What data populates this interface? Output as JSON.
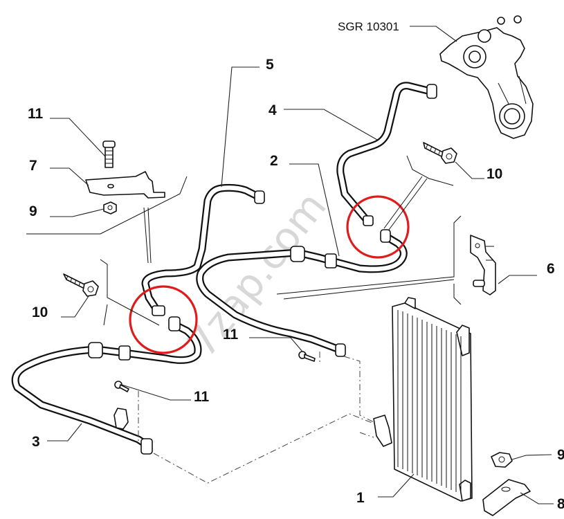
{
  "diagram": {
    "type": "exploded parts diagram",
    "subject": "Oil cooler / power steering cooling pipes assembly",
    "reference_part": {
      "label": "SGR 10301",
      "description": "pump assembly (reference group)"
    },
    "callouts": [
      {
        "id": "1",
        "part": "cooler radiator"
      },
      {
        "id": "2",
        "part": "pipe"
      },
      {
        "id": "3",
        "part": "pipe"
      },
      {
        "id": "4",
        "part": "pipe"
      },
      {
        "id": "5",
        "part": "pipe"
      },
      {
        "id": "6",
        "part": "bracket"
      },
      {
        "id": "7",
        "part": "bracket"
      },
      {
        "id": "8",
        "part": "support plate"
      },
      {
        "id": "9",
        "part": "nut"
      },
      {
        "id": "10",
        "part": "screw"
      },
      {
        "id": "11",
        "part": "screw"
      }
    ],
    "labels": {
      "ref": "SGR 10301",
      "c1": "1",
      "c2": "2",
      "c3": "3",
      "c4": "4",
      "c5": "5",
      "c6": "6",
      "c7": "7",
      "c8": "8",
      "c9_top": "9",
      "c9_bottom": "9",
      "c10_left": "10",
      "c10_right": "10",
      "c11_top": "11",
      "c11_mid": "11",
      "c11_low": "11"
    },
    "highlights": [
      {
        "name": "connection-circle-left",
        "color": "#e01b1b",
        "marks": "pipe 5 to pipe 3 joint"
      },
      {
        "name": "connection-circle-right",
        "color": "#e01b1b",
        "marks": "pipe 4 to pipe 2 joint"
      }
    ],
    "watermark": "7zap.com"
  }
}
